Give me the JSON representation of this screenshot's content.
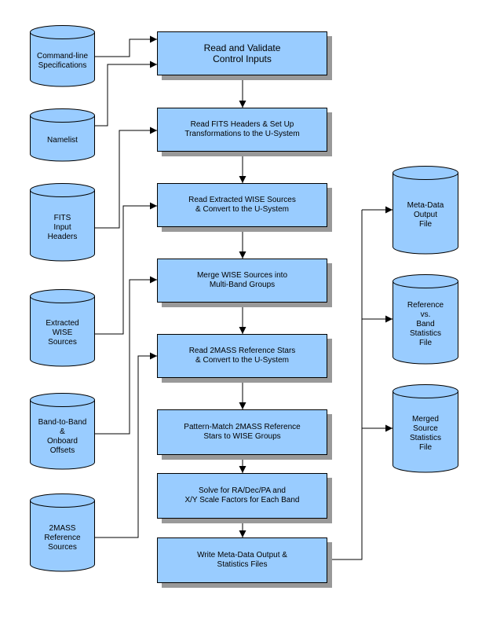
{
  "process_steps": [
    {
      "lines": [
        "Read and Validate",
        "Control Inputs"
      ]
    },
    {
      "lines": [
        "Read FITS Headers & Set Up",
        "Transformations to the U-System"
      ]
    },
    {
      "lines": [
        "Read Extracted WISE Sources",
        "& Convert to the U-System"
      ]
    },
    {
      "lines": [
        "Merge WISE Sources into",
        "Multi-Band Groups"
      ]
    },
    {
      "lines": [
        "Read 2MASS Reference Stars",
        "& Convert to the U-System"
      ]
    },
    {
      "lines": [
        "Pattern-Match 2MASS Reference",
        "Stars to WISE Groups"
      ]
    },
    {
      "lines": [
        "Solve for RA/Dec/PA and",
        "X/Y Scale Factors for Each Band"
      ]
    },
    {
      "lines": [
        "Write Meta-Data Output &",
        "Statistics Files"
      ]
    }
  ],
  "inputs": [
    {
      "lines": [
        "Command-line",
        "Specifications"
      ]
    },
    {
      "lines": [
        "Namelist"
      ]
    },
    {
      "lines": [
        "FITS",
        "Input",
        "Headers"
      ]
    },
    {
      "lines": [
        "Extracted",
        "WISE",
        "Sources"
      ]
    },
    {
      "lines": [
        "Band-to-Band",
        "&",
        "Onboard",
        "Offsets"
      ]
    },
    {
      "lines": [
        "2MASS",
        "Reference",
        "Sources"
      ]
    }
  ],
  "outputs": [
    {
      "lines": [
        "Meta-Data",
        "Output",
        "File"
      ]
    },
    {
      "lines": [
        "Reference",
        "vs.",
        "Band",
        "Statistics",
        "File"
      ]
    },
    {
      "lines": [
        "Merged",
        "Source",
        "Statistics",
        "File"
      ]
    }
  ],
  "colors": {
    "fill": "#99ccff",
    "shadow": "#999999",
    "line": "#000000"
  }
}
